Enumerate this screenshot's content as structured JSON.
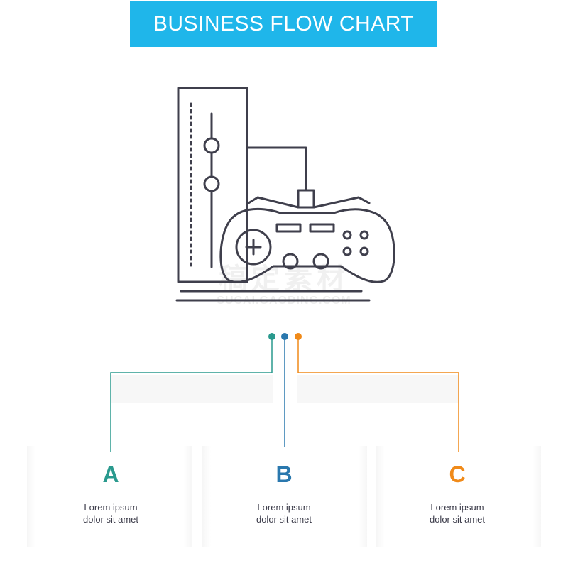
{
  "header": {
    "title": "BUSINESS FLOW CHART"
  },
  "icon": {
    "name": "game-console-controller-icon"
  },
  "watermark": {
    "main": "稿定素材",
    "sub": "SUCAI.GAODING.COM"
  },
  "branches": [
    {
      "letter": "A",
      "line1": "Lorem ipsum",
      "line2": "dolor sit amet",
      "color": "#2a9a8e"
    },
    {
      "letter": "B",
      "line1": "Lorem ipsum",
      "line2": "dolor sit amet",
      "color": "#2a78ae"
    },
    {
      "letter": "C",
      "line1": "Lorem ipsum",
      "line2": "dolor sit amet",
      "color": "#f08a19"
    }
  ],
  "colors": {
    "header_bg": "#1fb6ea",
    "icon_stroke": "#3f3f4c"
  }
}
